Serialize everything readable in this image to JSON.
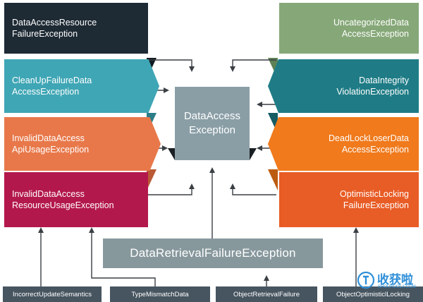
{
  "center": {
    "line1": "DataAccess",
    "line2": "Exception"
  },
  "left_boxes": [
    {
      "line1": "DataAccessResource",
      "line2": "FailureException",
      "color": "#1e2a34"
    },
    {
      "line1": "CleanUpFailureData",
      "line2": "AccessException",
      "color": "#3fa6b5"
    },
    {
      "line1": "InvalidDataAccess",
      "line2": "ApiUsageException",
      "color": "#e8784a"
    },
    {
      "line1": "InvalidDataAccess",
      "line2": "ResourceUsageException",
      "color": "#b3184c"
    }
  ],
  "right_boxes": [
    {
      "line1": "UncategorizedData",
      "line2": "AccessException",
      "color": "#86a878"
    },
    {
      "line1": "DataIntegrity",
      "line2": "ViolationException",
      "color": "#1f7c86"
    },
    {
      "line1": "DeadLockLoserData",
      "line2": "AccessException",
      "color": "#f07a1c"
    },
    {
      "line1": "OptimisticLocking",
      "line2": "FailureException",
      "color": "#e85c25"
    }
  ],
  "retrieval": {
    "label": "DataRetrievalFailureException"
  },
  "bottom_boxes": [
    {
      "label": "IncorrectUpdateSemantics"
    },
    {
      "label": "TypeMismatchData"
    },
    {
      "label": "ObjectRetrievalFailure"
    },
    {
      "label": "ObjectOptimisticlLocking"
    }
  ],
  "watermark": {
    "text": "收获啦",
    "sub": "SHOUHUOLA.COM"
  },
  "colors": {
    "connector": "#3a3f44",
    "center": "#8a9ea6",
    "retrieval": "#87989d",
    "bottom": "#475560"
  }
}
